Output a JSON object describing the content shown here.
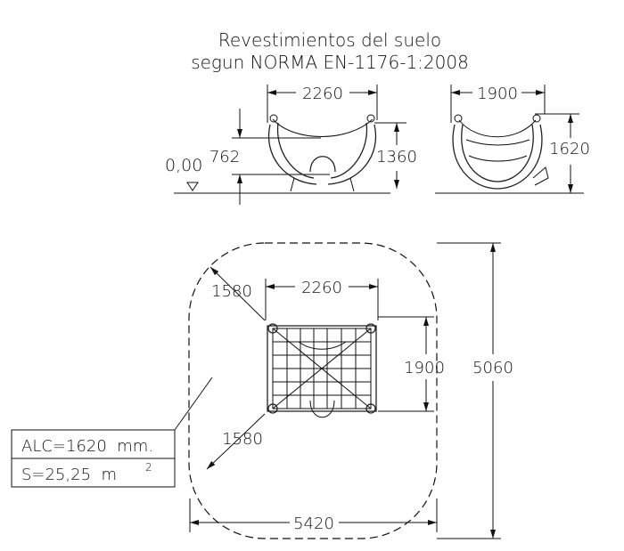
{
  "title": {
    "line1": "Revestimientos del suelo",
    "line2": "segun NORMA EN-1176-1:2008"
  },
  "front_view": {
    "width": "2260",
    "height": "1360",
    "seat_height": "762",
    "level": "0,00"
  },
  "side_view": {
    "width": "1900",
    "height": "1620"
  },
  "plan_view": {
    "equipment_length": "2260",
    "equipment_width": "1900",
    "clearance_top": "1580",
    "clearance_bottom": "1580",
    "total_length": "5420",
    "total_width": "5060"
  },
  "info_box": {
    "alc": "ALC=1620  mm.",
    "surface": "S=25,25  m",
    "surface_exp": "2"
  }
}
